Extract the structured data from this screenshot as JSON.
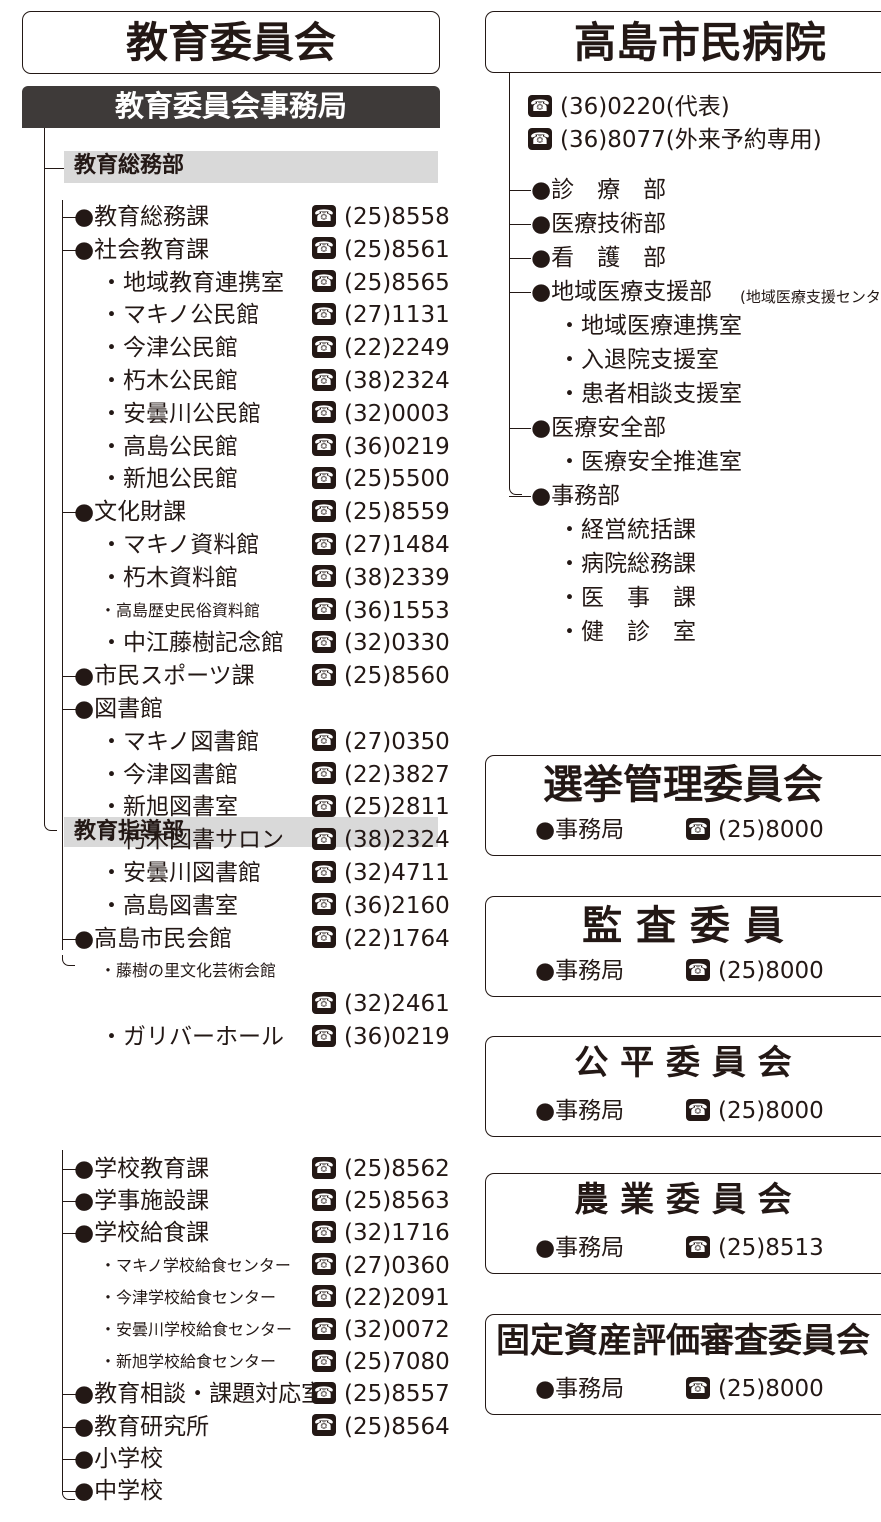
{
  "edu": {
    "title": "教育委員会",
    "office": "教育委員会事務局",
    "dept1": "教育総務部",
    "dept2": "教育指導部",
    "rows1": [
      {
        "name": "●教育総務課",
        "phone": "(25)8558"
      },
      {
        "name": "●社会教育課",
        "phone": "(25)8561"
      },
      {
        "name": "・地域教育連携室",
        "phone": "(25)8565"
      },
      {
        "name": "・マキノ公民館",
        "phone": "(27)1131"
      },
      {
        "name": "・今津公民館",
        "phone": "(22)2249"
      },
      {
        "name": "・朽木公民館",
        "phone": "(38)2324"
      },
      {
        "name": "・安曇川公民館",
        "phone": "(32)0003"
      },
      {
        "name": "・高島公民館",
        "phone": "(36)0219"
      },
      {
        "name": "・新旭公民館",
        "phone": "(25)5500"
      },
      {
        "name": "●文化財課",
        "phone": "(25)8559"
      },
      {
        "name": "・マキノ資料館",
        "phone": "(27)1484"
      },
      {
        "name": "・朽木資料館",
        "phone": "(38)2339"
      },
      {
        "name": "・高島歴史民俗資料館",
        "phone": "(36)1553"
      },
      {
        "name": "・中江藤樹記念館",
        "phone": "(32)0330"
      },
      {
        "name": "●市民スポーツ課",
        "phone": "(25)8560"
      },
      {
        "name": "●図書館",
        "phone": ""
      },
      {
        "name": "・マキノ図書館",
        "phone": "(27)0350"
      },
      {
        "name": "・今津図書館",
        "phone": "(22)3827"
      },
      {
        "name": "・新旭図書室",
        "phone": "(25)2811"
      },
      {
        "name": "・朽木図書サロン",
        "phone": "(38)2324"
      },
      {
        "name": "・安曇川図書館",
        "phone": "(32)4711"
      },
      {
        "name": "・高島図書室",
        "phone": "(36)2160"
      },
      {
        "name": "●高島市民会館",
        "phone": "(22)1764"
      },
      {
        "name": "・藤樹の里文化芸術会館",
        "phone": ""
      },
      {
        "name": "",
        "phone": "(32)2461"
      },
      {
        "name": "・ガリバーホール",
        "phone": "(36)0219"
      }
    ],
    "rows2": [
      {
        "name": "●学校教育課",
        "phone": "(25)8562"
      },
      {
        "name": "●学事施設課",
        "phone": "(25)8563"
      },
      {
        "name": "●学校給食課",
        "phone": "(32)1716"
      },
      {
        "name": "・マキノ学校給食センター",
        "phone": "(27)0360"
      },
      {
        "name": "・今津学校給食センター",
        "phone": "(22)2091"
      },
      {
        "name": "・安曇川学校給食センター",
        "phone": "(32)0072"
      },
      {
        "name": "・新旭学校給食センター",
        "phone": "(25)7080"
      },
      {
        "name": "●教育相談・課題対応室",
        "phone": "(25)8557"
      },
      {
        "name": "●教育研究所",
        "phone": "(25)8564"
      },
      {
        "name": "●小学校",
        "phone": ""
      },
      {
        "name": "●中学校",
        "phone": ""
      }
    ]
  },
  "hospital": {
    "title": "高島市民病院",
    "phones": [
      {
        "phone": "(36)0220",
        "note": "(代表)"
      },
      {
        "phone": "(36)8077",
        "note": "(外来予約専用)"
      }
    ],
    "depts": [
      "●診　療　部",
      "●医療技術部",
      "●看　護　部",
      "●地域医療支援部",
      "・地域医療連携室",
      "・入退院支援室",
      "・患者相談支援室",
      "●医療安全部",
      "・医療安全推進室",
      "●事務部",
      "・経営統括課",
      "・病院総務課",
      "・医　事　課",
      "・健　診　室"
    ],
    "dept_note": "(地域医療支援センタ"
  },
  "committees": [
    {
      "title": "選挙管理委員会",
      "office": "●事務局",
      "phone": "(25)8000"
    },
    {
      "title": "監 査 委 員",
      "office": "●事務局",
      "phone": "(25)8000"
    },
    {
      "title": "公 平 委 員 会",
      "office": "●事務局",
      "phone": "(25)8000"
    },
    {
      "title": "農 業 委 員 会",
      "office": "●事務局",
      "phone": "(25)8513"
    },
    {
      "title": "固定資産評価審査委員会",
      "office": "●事務局",
      "phone": "(25)8000"
    }
  ],
  "icons": {
    "phone": "☎"
  },
  "colors": {
    "ink": "#231815",
    "office_bar": "#3e3a39",
    "dept_bar": "#d9d9d9"
  }
}
